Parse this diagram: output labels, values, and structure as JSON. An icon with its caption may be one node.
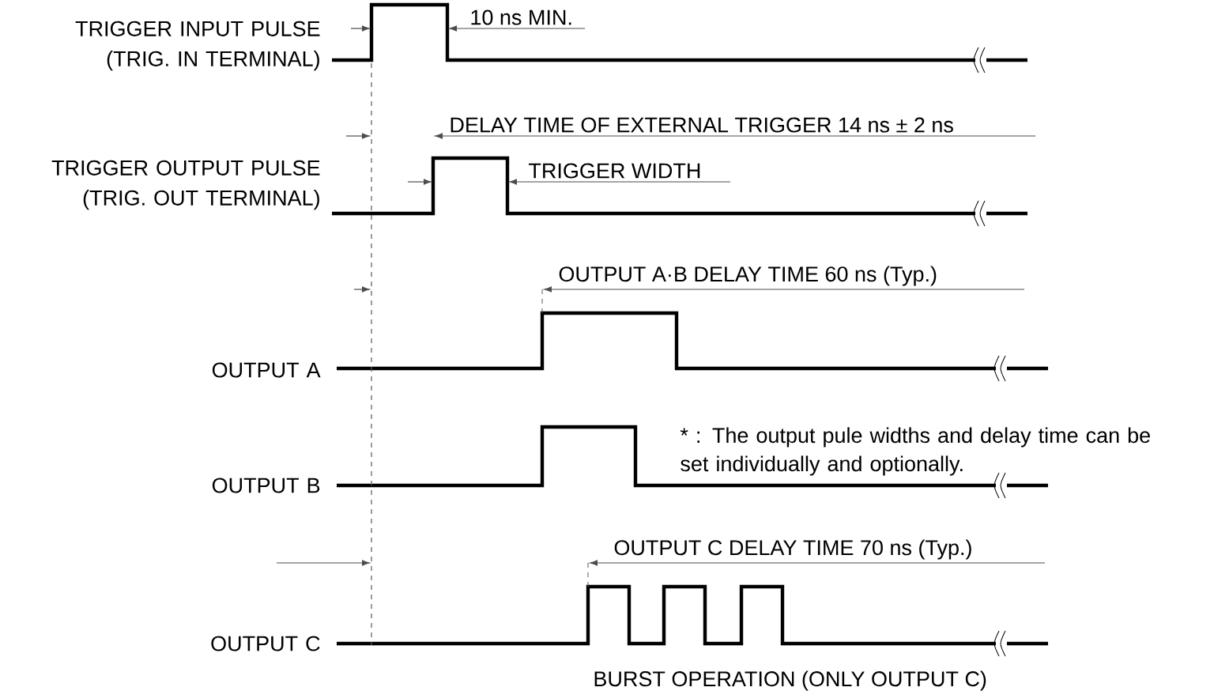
{
  "diagram": {
    "labels": [
      "TRIGGER INPUT PULSE (TRIG. IN TERMINAL)",
      "10 ns MIN.",
      "DELAY TIME OF EXTERNAL TRIGGER 14 ns ± 2 ns",
      "TRIGGER OUTPUT PULSE (TRIG. OUT TERMINAL)",
      "TRIGGER WIDTH",
      "OUTPUT A·B DELAY TIME 60 ns (Typ.)",
      "OUTPUT A",
      "* : The output pule widths and delay time can be set individually and optionally.",
      "OUTPUT B",
      "OUTPUT C DELAY TIME 70 ns (Typ.)",
      "OUTPUT C",
      "BURST OPERATION (ONLY OUTPUT C)"
    ]
  }
}
